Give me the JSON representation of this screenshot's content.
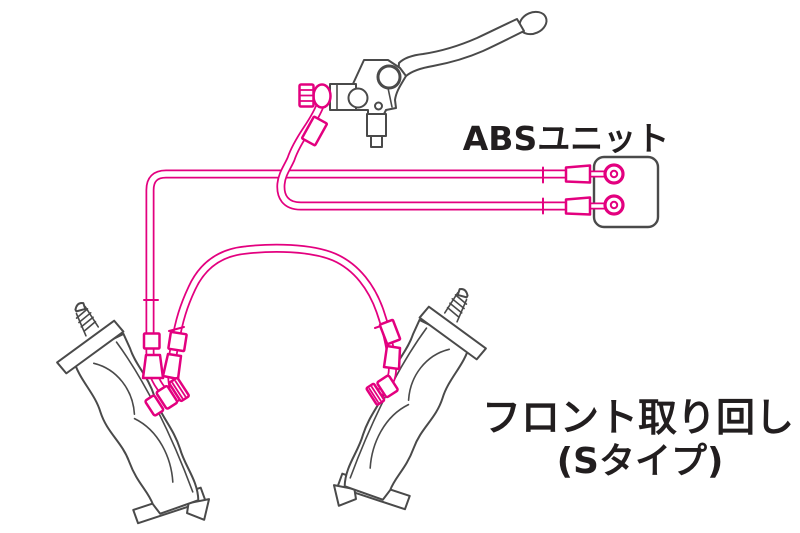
{
  "colors": {
    "bg": "#ffffff",
    "line": "#4a4a4a",
    "hose": "#e3007f",
    "text": "#221e1f"
  },
  "labels": {
    "abs_unit": "ABSユニット",
    "caption_line_1": "フロント取り回し",
    "caption_line_2": "(Sタイプ)"
  }
}
